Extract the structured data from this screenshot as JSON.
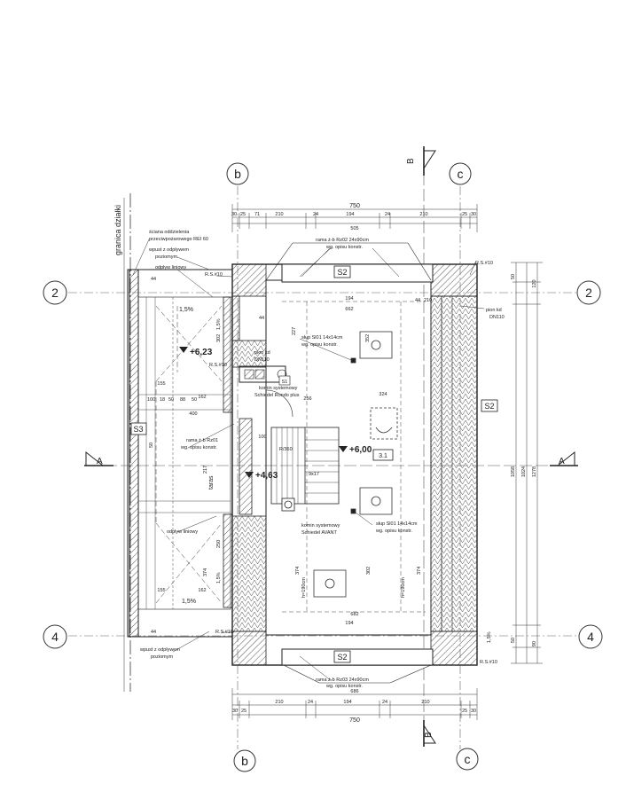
{
  "axes": {
    "b": "b",
    "c": "c",
    "row_2": "2",
    "row_4": "4"
  },
  "section_marks": {
    "a": "A",
    "b": "B"
  },
  "property_line_label": "granica działki",
  "top_dimensions": {
    "total": "750",
    "inner": "505",
    "chain": [
      "71",
      "210",
      "24",
      "194",
      "24",
      "210"
    ],
    "ends": [
      "30",
      "25",
      "25",
      "30"
    ]
  },
  "bottom_dimensions": {
    "total": "750",
    "outer": "686",
    "chain": [
      "210",
      "24",
      "194",
      "24",
      "210"
    ],
    "ends": [
      "30",
      "25",
      "25",
      "30"
    ]
  },
  "right_dimensions": [
    "1058",
    "1024",
    "1278"
  ],
  "right_small_dimensions": [
    "50",
    "120",
    "50",
    "90"
  ],
  "interior_dimensions": {
    "top_a": "194",
    "top_b": "662",
    "bottom_a": "682",
    "bottom_b": "194",
    "d324": "324",
    "d256": "256",
    "d100": "100",
    "d227": "227",
    "d352": "352",
    "d374_left": "374",
    "d374_right": "374",
    "d302_right": "302",
    "d44a": "44",
    "d44b": "44",
    "d210": "210",
    "stairs": "9x17",
    "stair_r": "R/360",
    "left_155a": "155",
    "left_155b": "155",
    "left_162a": "162",
    "left_162b": "162",
    "left_400": "400",
    "left_50": "50",
    "left_217": "217",
    "left_302": "302",
    "left_250": "250",
    "left_374": "374",
    "left_44a": "44",
    "left_44b": "44",
    "row_dims": [
      "100",
      "18",
      "50",
      "88",
      "50"
    ]
  },
  "labels": {
    "firewall_note": [
      "ściana oddzielenia",
      "przeciwpożarowego REI 60"
    ],
    "outflow_top": [
      "wpust z odpływem",
      "poziomym"
    ],
    "outflow_bottom": [
      "wpust z odpływem",
      "poziomym"
    ],
    "gutter_top": "odpływ liniowy",
    "gutter_bottom": "odpływ liniowy",
    "rs_top_left": "R.S.#10",
    "rs_top_right": "R.S.#10",
    "rs_mid_left": "R.S.#10",
    "rs_bottom_left": "R.S.#10",
    "rs_bottom_right": "R.S.#10",
    "frame_top": [
      "rama ż-b Rz02 24x90cm",
      "wg. opisu konstr."
    ],
    "frame_bottom": [
      "rama ż-b Rz03 24x90cm",
      "wg. opisu konstr."
    ],
    "frame_left": [
      "rama ż-b Rz01",
      "wg. opisu konstr."
    ],
    "post_top": [
      "słup Sl01 14x14cm",
      "wg. opisu konstr."
    ],
    "post_bottom": [
      "słup Sl01 14x14cm",
      "wg. opisu konstr."
    ],
    "pion_kd_left": [
      "pion kd",
      "DN110"
    ],
    "pion_kd_right": [
      "pion kd",
      "DN110"
    ],
    "chimney_top": [
      "komin systemowy",
      "Schiedel Rondo plus"
    ],
    "chimney_bottom": [
      "komin systemowy",
      "Schiedel AVANT"
    ],
    "s1": "S1",
    "s2_top": "S2",
    "s2_right": "S2",
    "s2_bottom": "S2",
    "s3": "S3",
    "room": "3.1",
    "h_left": "h=190cm",
    "h_right": "h=190cm",
    "terrace": "taras",
    "slope_a": "1,5%",
    "slope_b": "1,5%",
    "slope_c": "1,5%",
    "slope_d": "1,5%",
    "slope_e": "1,5%",
    "level_terrace": "+6,23",
    "level_room": "+6,00",
    "level_landing": "+4,63"
  }
}
